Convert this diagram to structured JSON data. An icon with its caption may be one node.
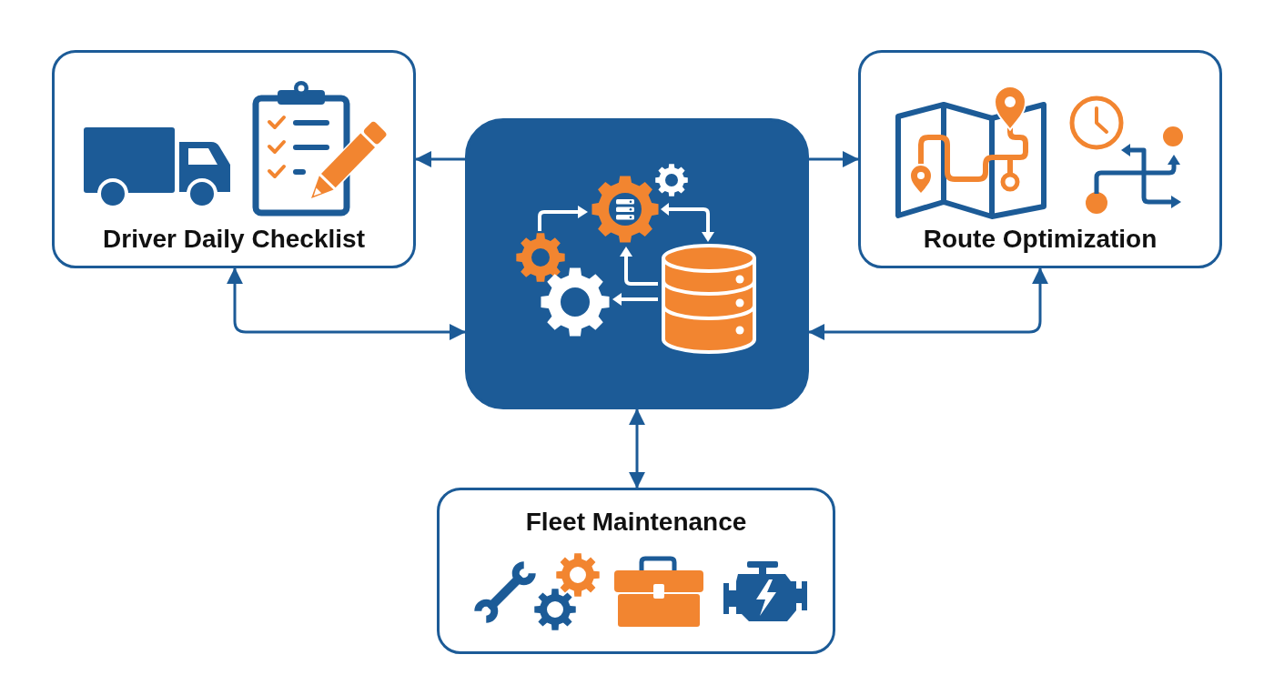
{
  "diagram": {
    "nodes": [
      {
        "text": [
          "Driver Daily Checklist"
        ]
      },
      {
        "text": [],
        "shape": "box"
      },
      {
        "text": [
          "Route Optimization"
        ]
      },
      {
        "text": [
          "Fleet Maintenance"
        ]
      }
    ],
    "edges": [
      {
        "from": 1,
        "to": 0,
        "arrow": "to"
      },
      {
        "from": 0,
        "to": 1,
        "arrow": "both"
      },
      {
        "from": 1,
        "to": 2,
        "arrow": "to"
      },
      {
        "from": 2,
        "to": 1,
        "arrow": "both"
      },
      {
        "from": 1,
        "to": 3,
        "arrow": "both"
      }
    ]
  }
}
